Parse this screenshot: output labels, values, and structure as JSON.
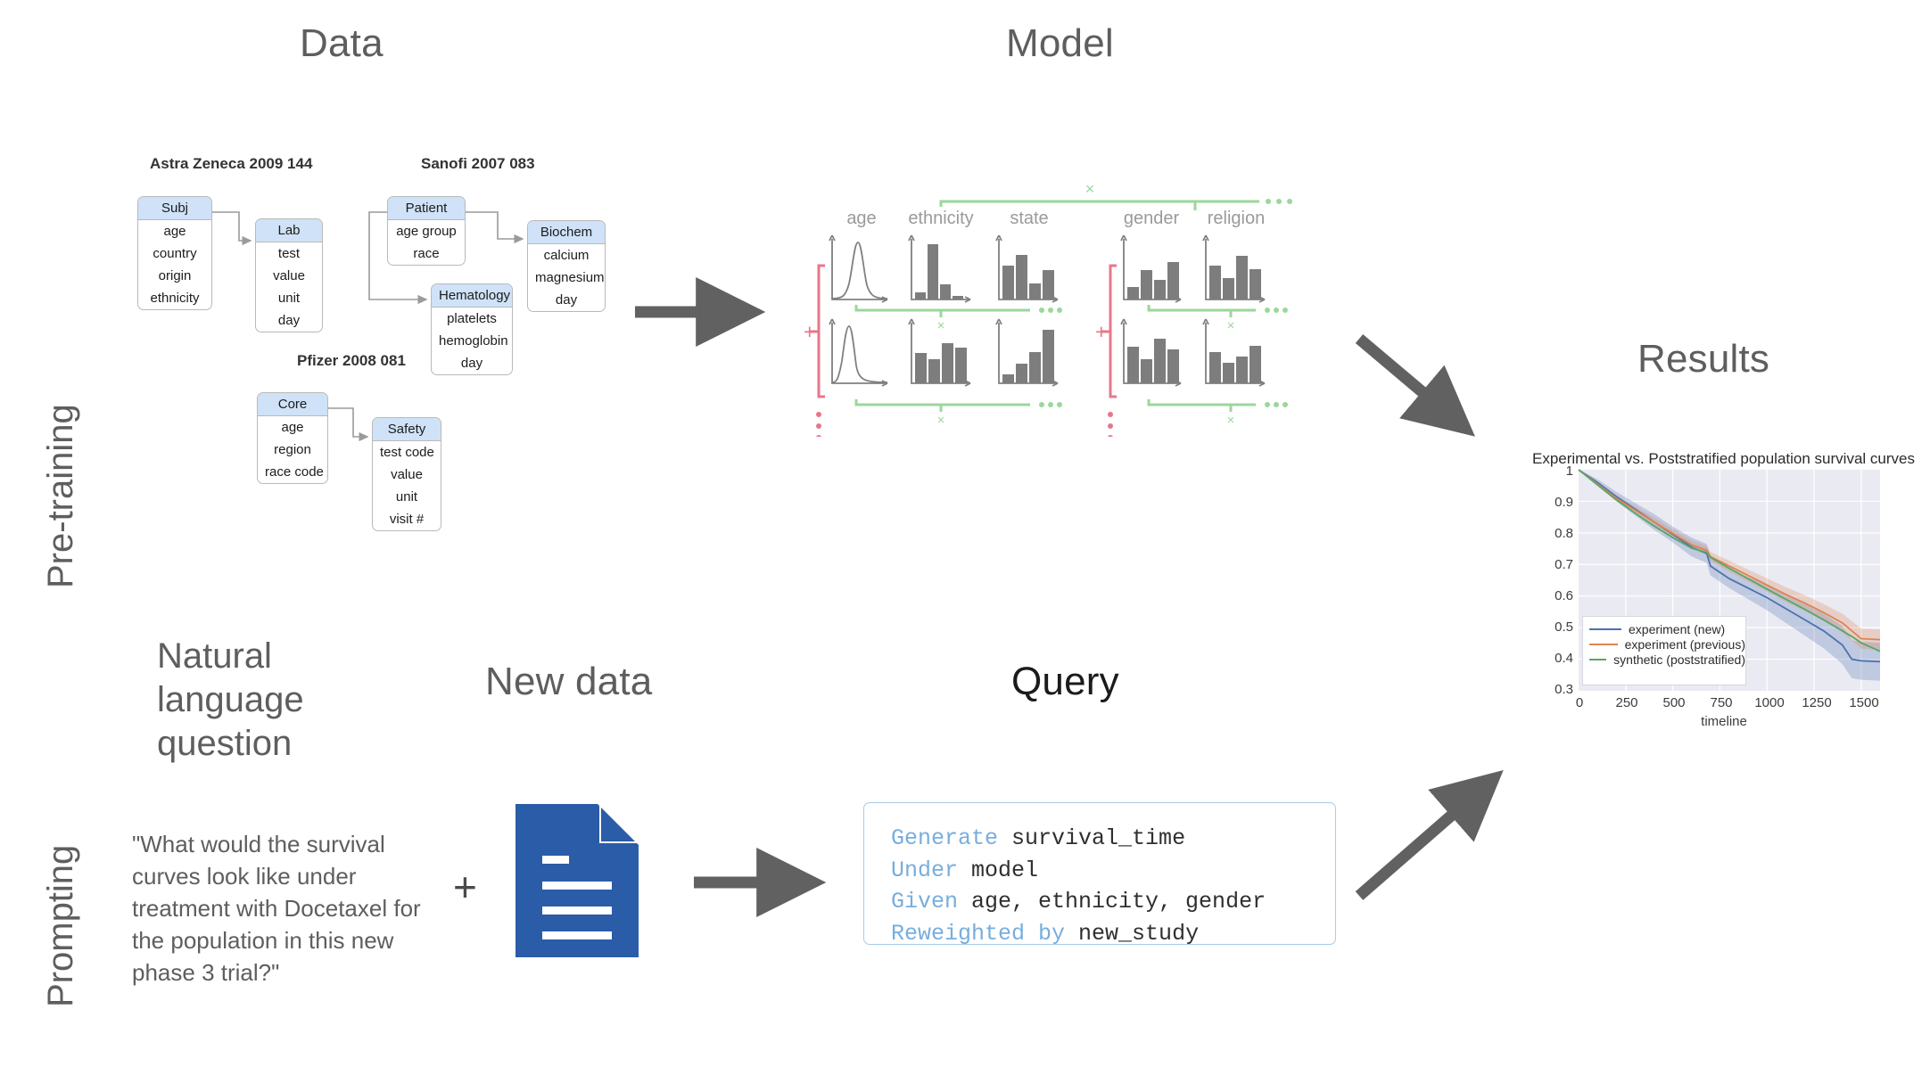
{
  "columns": {
    "data": "Data",
    "model": "Model",
    "results": "Results",
    "new_data": "New data",
    "query": "Query",
    "nl_question_head": "Natural\nlanguage\nquestion"
  },
  "rows": {
    "pretraining": "Pre-training",
    "prompting": "Prompting"
  },
  "schemas": [
    {
      "title": "Astra Zeneca 2009 144",
      "tables": [
        {
          "name": "Subj",
          "fields": [
            "age",
            "country",
            "origin",
            "ethnicity"
          ]
        },
        {
          "name": "Lab",
          "fields": [
            "test",
            "value",
            "unit",
            "day"
          ]
        }
      ]
    },
    {
      "title": "Sanofi 2007 083",
      "tables": [
        {
          "name": "Patient",
          "fields": [
            "age group",
            "race"
          ]
        },
        {
          "name": "Biochem",
          "fields": [
            "calcium",
            "magnesium",
            "day"
          ]
        },
        {
          "name": "Hematology",
          "fields": [
            "platelets",
            "hemoglobin",
            "day"
          ]
        }
      ]
    },
    {
      "title": "Pfizer 2008 081",
      "tables": [
        {
          "name": "Core",
          "fields": [
            "age",
            "region",
            "race code"
          ]
        },
        {
          "name": "Safety",
          "fields": [
            "test code",
            "value",
            "unit",
            "visit #"
          ]
        }
      ]
    }
  ],
  "model": {
    "variables": [
      "age",
      "ethnicity",
      "state",
      "gender",
      "religion"
    ],
    "product_symbol": "×",
    "sum_symbol": "+",
    "ellipsis": "• • •",
    "colors": {
      "bracket_pink": "#e8768a",
      "bracket_green": "#9bd79b",
      "hist_gray": "#7d7d7d"
    }
  },
  "question": {
    "text": "\"What would the survival curves look like under treatment with Docetaxel for the population in this new phase 3 trial?\"",
    "plus": "+"
  },
  "query_box": {
    "lines": [
      {
        "keyword": "Generate",
        "rest": " survival_time"
      },
      {
        "keyword": "Under",
        "rest": " model"
      },
      {
        "keyword": "Given",
        "rest": " age, ethnicity, gender"
      },
      {
        "keyword": "Reweighted",
        "mid": " by ",
        "rest": "new_study"
      }
    ],
    "border_color": "#a8cbe8",
    "keyword_color": "#77aedd"
  },
  "icons": {
    "document": "document-icon",
    "document_color": "#2a5ca8"
  },
  "chart_data": {
    "type": "line",
    "title": "Experimental vs. Poststratified population survival curves",
    "xlabel": "timeline",
    "ylabel": "",
    "xlim": [
      0,
      1600
    ],
    "ylim": [
      0.3,
      1.0
    ],
    "xticks": [
      0,
      250,
      500,
      750,
      1000,
      1250,
      1500
    ],
    "yticks": [
      0.3,
      0.4,
      0.5,
      0.6,
      0.7,
      0.8,
      0.9,
      1.0
    ],
    "grid": true,
    "legend_position": "lower-left",
    "series": [
      {
        "name": "experiment (new)",
        "color": "#4c72b0",
        "band": true,
        "x": [
          0,
          100,
          200,
          300,
          400,
          500,
          600,
          680,
          700,
          800,
          900,
          1000,
          1100,
          1200,
          1300,
          1400,
          1450,
          1500,
          1600
        ],
        "y": [
          1.0,
          0.96,
          0.915,
          0.875,
          0.835,
          0.795,
          0.755,
          0.735,
          0.695,
          0.655,
          0.625,
          0.595,
          0.56,
          0.525,
          0.49,
          0.445,
          0.4,
          0.395,
          0.392
        ],
        "lower": [
          1.0,
          0.95,
          0.9,
          0.855,
          0.81,
          0.77,
          0.725,
          0.705,
          0.665,
          0.625,
          0.59,
          0.555,
          0.515,
          0.475,
          0.435,
          0.385,
          0.34,
          0.335,
          0.332
        ],
        "upper": [
          1.0,
          0.97,
          0.93,
          0.895,
          0.86,
          0.82,
          0.785,
          0.765,
          0.725,
          0.685,
          0.66,
          0.635,
          0.605,
          0.575,
          0.545,
          0.505,
          0.46,
          0.455,
          0.452
        ]
      },
      {
        "name": "experiment (previous)",
        "color": "#dd8452",
        "band": true,
        "x": [
          0,
          100,
          200,
          300,
          400,
          500,
          600,
          680,
          700,
          800,
          900,
          1000,
          1100,
          1200,
          1300,
          1400,
          1450,
          1500,
          1600
        ],
        "y": [
          1.0,
          0.955,
          0.91,
          0.872,
          0.835,
          0.798,
          0.762,
          0.745,
          0.725,
          0.695,
          0.665,
          0.635,
          0.605,
          0.578,
          0.548,
          0.515,
          0.49,
          0.465,
          0.462
        ],
        "lower": [
          1.0,
          0.95,
          0.9,
          0.86,
          0.822,
          0.784,
          0.748,
          0.731,
          0.71,
          0.678,
          0.646,
          0.614,
          0.582,
          0.553,
          0.521,
          0.486,
          0.459,
          0.433,
          0.43
        ],
        "upper": [
          1.0,
          0.96,
          0.92,
          0.884,
          0.848,
          0.812,
          0.776,
          0.759,
          0.74,
          0.712,
          0.684,
          0.656,
          0.628,
          0.603,
          0.575,
          0.544,
          0.521,
          0.497,
          0.494
        ]
      },
      {
        "name": "synthetic (poststratified)",
        "color": "#55a868",
        "band": false,
        "x": [
          0,
          100,
          200,
          300,
          400,
          500,
          600,
          680,
          700,
          800,
          900,
          1000,
          1100,
          1200,
          1300,
          1400,
          1450,
          1500,
          1600
        ],
        "y": [
          1.0,
          0.952,
          0.905,
          0.862,
          0.822,
          0.785,
          0.752,
          0.738,
          0.722,
          0.688,
          0.655,
          0.622,
          0.59,
          0.558,
          0.525,
          0.49,
          0.472,
          0.452,
          0.425
        ]
      }
    ]
  }
}
